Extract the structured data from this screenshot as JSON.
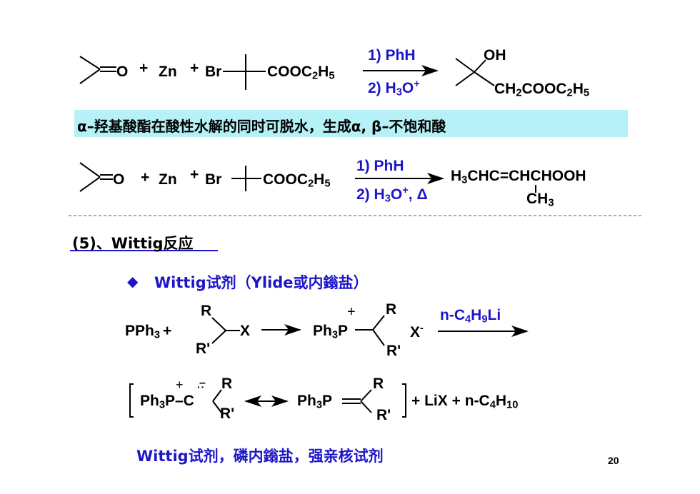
{
  "reaction1": {
    "plus1": "+",
    "zn": "Zn",
    "plus2": "+",
    "br": "Br",
    "ester_main": "COOC",
    "ester_sub1": "2",
    "ester_h": "H",
    "ester_sub2": "5",
    "ketone_o": "O",
    "step1": "1) PhH",
    "step2_main": "2) H",
    "step2_sub": "3",
    "step2_o": "O",
    "step2_sup": "+",
    "prod_oh": "OH",
    "prod_ch": "CH",
    "prod_sub1": "2",
    "prod_cooc": "COOC",
    "prod_sub2": "2",
    "prod_h": "H",
    "prod_sub3": "5"
  },
  "note": {
    "text": "α–羟基酸酯在酸性水解的同时可脱水，生成α, β–不饱和酸",
    "bg_color": "#b5f1f6"
  },
  "reaction2": {
    "ketone_o": "O",
    "plus1": "+",
    "zn": "Zn",
    "plus2": "+",
    "br": "Br",
    "ester_main": "COOC",
    "ester_sub1": "2",
    "ester_h": "H",
    "ester_sub2": "5",
    "step1": "1) PhH",
    "step2_main": "2) H",
    "step2_sub": "3",
    "step2_o": "O",
    "step2_sup": "+",
    "step2_tail": ", Δ",
    "prod_h": "H",
    "prod_sub": "3",
    "prod_rest": "CHC=CHCHOOH",
    "prod_ch": "CH",
    "prod_ch_sub": "3"
  },
  "section": {
    "title": "(5)、Wittig反应"
  },
  "bullet": {
    "symbol": "◆",
    "text": "Wittig试剂（Ylide或内鎓盐）"
  },
  "wittig1": {
    "pph": "PPh",
    "pph_sub": "3",
    "plus": "+",
    "r_top": "R",
    "r_bottom": "R'",
    "x": "X",
    "ph3p": "Ph",
    "ph3p_sub": "3",
    "ph3p_p": "P",
    "charge_plus": "+",
    "r_top2": "R",
    "r_bottom2": "R'",
    "x_minus": "X",
    "x_minus_sup": "-",
    "reagent": "n-C",
    "reagent_sub1": "4",
    "reagent_h": "H",
    "reagent_sub2": "9",
    "reagent_li": "Li"
  },
  "wittig2": {
    "ylide_ph": "Ph",
    "ylide_sub": "3",
    "ylide_p": "P",
    "ylide_dash": "–",
    "ylide_c": "C",
    "plus_charge": "+",
    "minus_charge": "–",
    "r_top": "R",
    "r_bottom": "R'",
    "ylene_ph": "Ph",
    "ylene_sub": "3",
    "ylene_p": "P",
    "r_top2": "R",
    "r_bottom2": "R'",
    "byproducts": "+ LiX  +  n-C",
    "bp_sub1": "4",
    "bp_h": "H",
    "bp_sub2": "10"
  },
  "footer": {
    "summary": "Wittig试剂，磷内鎓盐，强亲核试剂",
    "page_number": "20"
  },
  "colors": {
    "accent_blue": "#1c16c8",
    "note_bg": "#b5f1f6"
  }
}
